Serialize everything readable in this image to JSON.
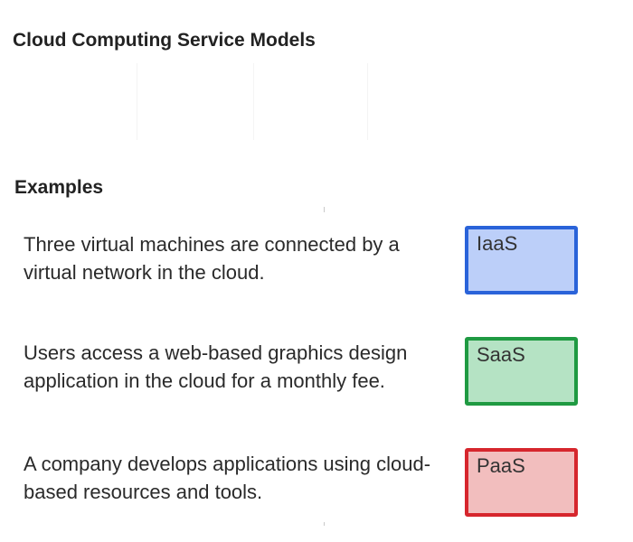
{
  "title": "Cloud Computing Service Models",
  "examples_heading": "Examples",
  "colors": {
    "iaas_border": "#2a63d9",
    "iaas_fill": "#bccff9",
    "saas_border": "#1f9a42",
    "saas_fill": "#b5e3c4",
    "paas_border": "#d6262d",
    "paas_fill": "#f2bebe"
  },
  "examples": [
    {
      "text": "Three virtual machines are connected by a virtual network in the cloud.",
      "answer": "IaaS"
    },
    {
      "text": "Users access a web-based graphics design application in the cloud for a monthly fee.",
      "answer": "SaaS"
    },
    {
      "text": "A company develops applications using cloud-based resources and tools.",
      "answer": "PaaS"
    }
  ]
}
